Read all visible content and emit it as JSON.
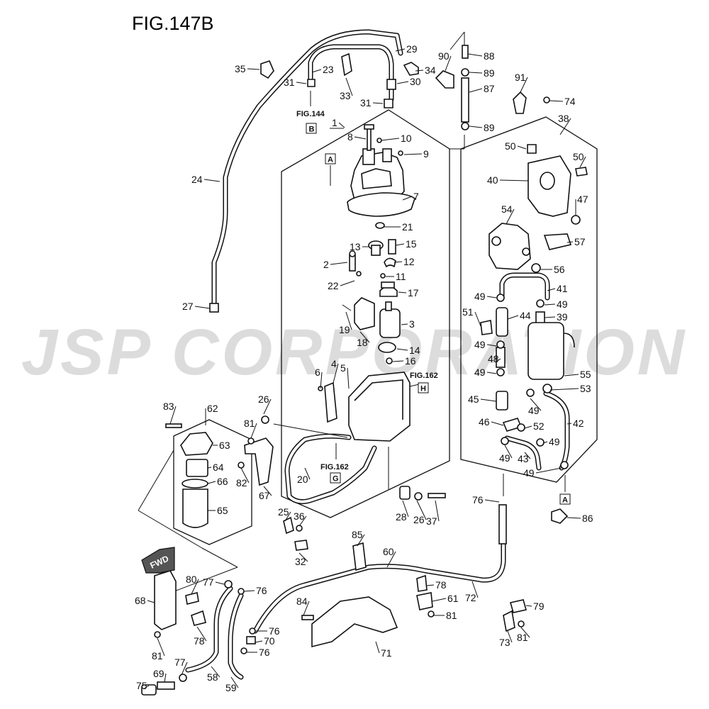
{
  "title": "FIG.147B",
  "watermark": "JSP CORPORATION",
  "fwd_label": "FWD",
  "callouts": [
    {
      "id": "c1",
      "text": "1"
    },
    {
      "id": "c2",
      "text": "2"
    },
    {
      "id": "c3",
      "text": "3"
    },
    {
      "id": "c4",
      "text": "4"
    },
    {
      "id": "c5",
      "text": "5"
    },
    {
      "id": "c6",
      "text": "6"
    },
    {
      "id": "c7",
      "text": "7"
    },
    {
      "id": "c8",
      "text": "8"
    },
    {
      "id": "c9",
      "text": "9"
    },
    {
      "id": "c10",
      "text": "10"
    },
    {
      "id": "c11",
      "text": "11"
    },
    {
      "id": "c12",
      "text": "12"
    },
    {
      "id": "c13",
      "text": "13"
    },
    {
      "id": "c14",
      "text": "14"
    },
    {
      "id": "c15",
      "text": "15"
    },
    {
      "id": "c16",
      "text": "16"
    },
    {
      "id": "c17",
      "text": "17"
    },
    {
      "id": "c18",
      "text": "18"
    },
    {
      "id": "c19",
      "text": "19"
    },
    {
      "id": "c20",
      "text": "20"
    },
    {
      "id": "c21",
      "text": "21"
    },
    {
      "id": "c22",
      "text": "22"
    },
    {
      "id": "c23",
      "text": "23"
    },
    {
      "id": "c24",
      "text": "24"
    },
    {
      "id": "c25",
      "text": "25"
    },
    {
      "id": "c26a",
      "text": "26"
    },
    {
      "id": "c26b",
      "text": "26"
    },
    {
      "id": "c27",
      "text": "27"
    },
    {
      "id": "c28",
      "text": "28"
    },
    {
      "id": "c29",
      "text": "29"
    },
    {
      "id": "c30",
      "text": "30"
    },
    {
      "id": "c31a",
      "text": "31"
    },
    {
      "id": "c31b",
      "text": "31"
    },
    {
      "id": "c32",
      "text": "32"
    },
    {
      "id": "c33",
      "text": "33"
    },
    {
      "id": "c34",
      "text": "34"
    },
    {
      "id": "c35",
      "text": "35"
    },
    {
      "id": "c36",
      "text": "36"
    },
    {
      "id": "c37",
      "text": "37"
    },
    {
      "id": "c38",
      "text": "38"
    },
    {
      "id": "c39",
      "text": "39"
    },
    {
      "id": "c40",
      "text": "40"
    },
    {
      "id": "c41",
      "text": "41"
    },
    {
      "id": "c42",
      "text": "42"
    },
    {
      "id": "c43",
      "text": "43"
    },
    {
      "id": "c44",
      "text": "44"
    },
    {
      "id": "c45",
      "text": "45"
    },
    {
      "id": "c46",
      "text": "46"
    },
    {
      "id": "c47",
      "text": "47"
    },
    {
      "id": "c48",
      "text": "48"
    },
    {
      "id": "c49a",
      "text": "49"
    },
    {
      "id": "c49b",
      "text": "49"
    },
    {
      "id": "c49c",
      "text": "49"
    },
    {
      "id": "c49d",
      "text": "49"
    },
    {
      "id": "c49e",
      "text": "49"
    },
    {
      "id": "c49f",
      "text": "49"
    },
    {
      "id": "c49g",
      "text": "49"
    },
    {
      "id": "c49h",
      "text": "49"
    },
    {
      "id": "c50a",
      "text": "50"
    },
    {
      "id": "c50b",
      "text": "50"
    },
    {
      "id": "c51",
      "text": "51"
    },
    {
      "id": "c52",
      "text": "52"
    },
    {
      "id": "c53",
      "text": "53"
    },
    {
      "id": "c54",
      "text": "54"
    },
    {
      "id": "c55",
      "text": "55"
    },
    {
      "id": "c56",
      "text": "56"
    },
    {
      "id": "c57",
      "text": "57"
    },
    {
      "id": "c58",
      "text": "58"
    },
    {
      "id": "c59",
      "text": "59"
    },
    {
      "id": "c60",
      "text": "60"
    },
    {
      "id": "c61",
      "text": "61"
    },
    {
      "id": "c62",
      "text": "62"
    },
    {
      "id": "c63",
      "text": "63"
    },
    {
      "id": "c64",
      "text": "64"
    },
    {
      "id": "c65",
      "text": "65"
    },
    {
      "id": "c66",
      "text": "66"
    },
    {
      "id": "c67",
      "text": "67"
    },
    {
      "id": "c68",
      "text": "68"
    },
    {
      "id": "c69",
      "text": "69"
    },
    {
      "id": "c70",
      "text": "70"
    },
    {
      "id": "c71",
      "text": "71"
    },
    {
      "id": "c72",
      "text": "72"
    },
    {
      "id": "c73",
      "text": "73"
    },
    {
      "id": "c74",
      "text": "74"
    },
    {
      "id": "c75",
      "text": "75"
    },
    {
      "id": "c76a",
      "text": "76"
    },
    {
      "id": "c76b",
      "text": "76"
    },
    {
      "id": "c76c",
      "text": "76"
    },
    {
      "id": "c76d",
      "text": "76"
    },
    {
      "id": "c77a",
      "text": "77"
    },
    {
      "id": "c77b",
      "text": "77"
    },
    {
      "id": "c78a",
      "text": "78"
    },
    {
      "id": "c78b",
      "text": "78"
    },
    {
      "id": "c79",
      "text": "79"
    },
    {
      "id": "c80",
      "text": "80"
    },
    {
      "id": "c81a",
      "text": "81"
    },
    {
      "id": "c81b",
      "text": "81"
    },
    {
      "id": "c81c",
      "text": "81"
    },
    {
      "id": "c81d",
      "text": "81"
    },
    {
      "id": "c82",
      "text": "82"
    },
    {
      "id": "c83",
      "text": "83"
    },
    {
      "id": "c84",
      "text": "84"
    },
    {
      "id": "c85",
      "text": "85"
    },
    {
      "id": "c86",
      "text": "86"
    },
    {
      "id": "c87",
      "text": "87"
    },
    {
      "id": "c88",
      "text": "88"
    },
    {
      "id": "c89a",
      "text": "89"
    },
    {
      "id": "c89b",
      "text": "89"
    },
    {
      "id": "c90",
      "text": "90"
    },
    {
      "id": "c91",
      "text": "91"
    }
  ],
  "figure_refs": [
    {
      "id": "r144",
      "fig": "FIG.144",
      "letter": "B"
    },
    {
      "id": "r162a",
      "fig": "FIG.162",
      "letter": "H"
    },
    {
      "id": "r162b",
      "fig": "FIG.162",
      "letter": "G"
    }
  ],
  "box_labels": [
    {
      "id": "bA1",
      "letter": "A"
    },
    {
      "id": "bA2",
      "letter": "A"
    }
  ]
}
